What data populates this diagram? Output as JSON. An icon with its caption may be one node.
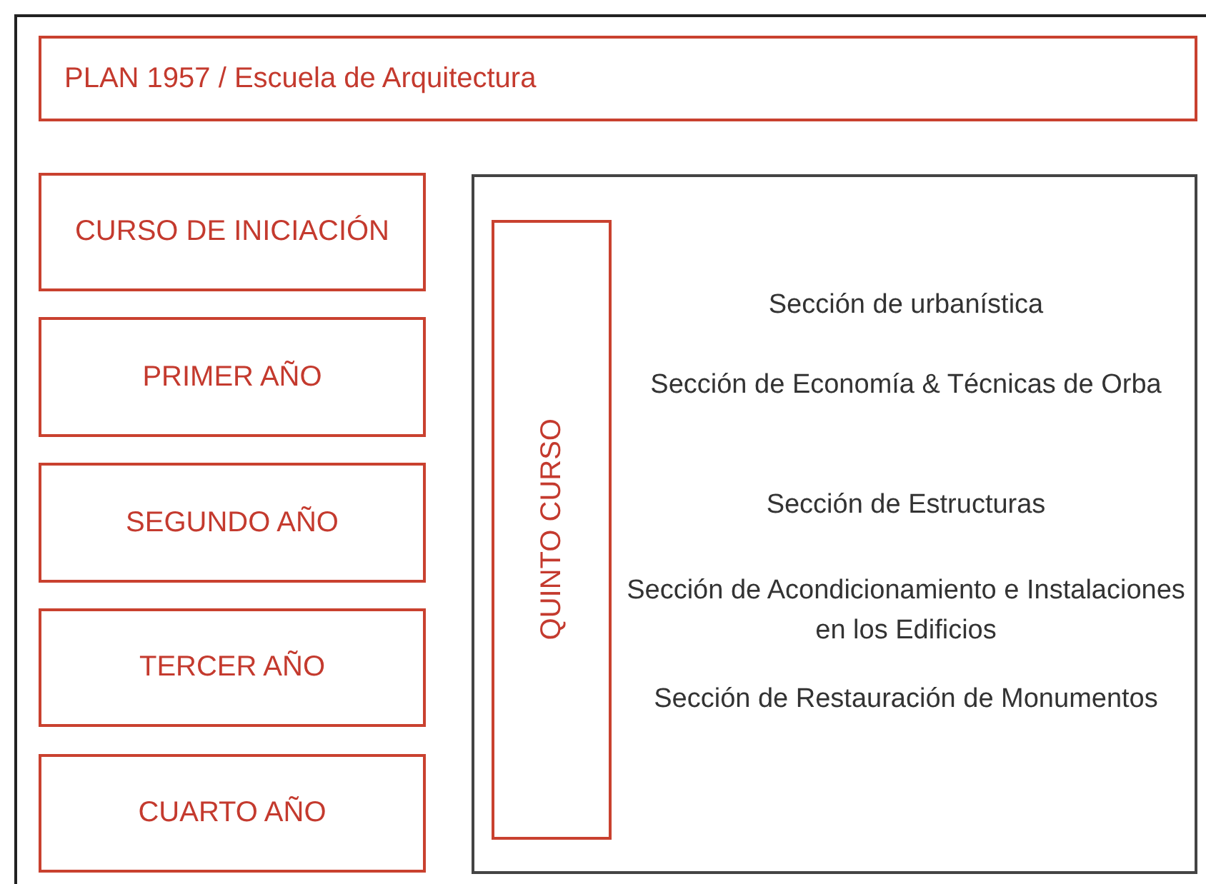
{
  "diagram": {
    "nodes": [
      {
        "text": [
          "PLAN 1957 / Escuela de Arquitectura"
        ]
      },
      {
        "text": [
          "CURSO DE INICIACIÓN"
        ]
      },
      {
        "text": [
          "PRIMER AÑO"
        ]
      },
      {
        "text": [
          "SEGUNDO AÑO"
        ]
      },
      {
        "text": [
          "TERCER AÑO"
        ]
      },
      {
        "text": [
          "CUARTO AÑO"
        ]
      },
      {
        "text": [
          "Sección de urbanística",
          "Sección de Economía & Técnicas de Orba",
          "Sección de Estructuras",
          "Sección de Acondicionamiento e Instalaciones en los Edificios",
          "Sección de Restauración de Monumentos"
        ]
      },
      {
        "text": [
          "QUINTO CURSO"
        ],
        "in": 6
      }
    ]
  }
}
